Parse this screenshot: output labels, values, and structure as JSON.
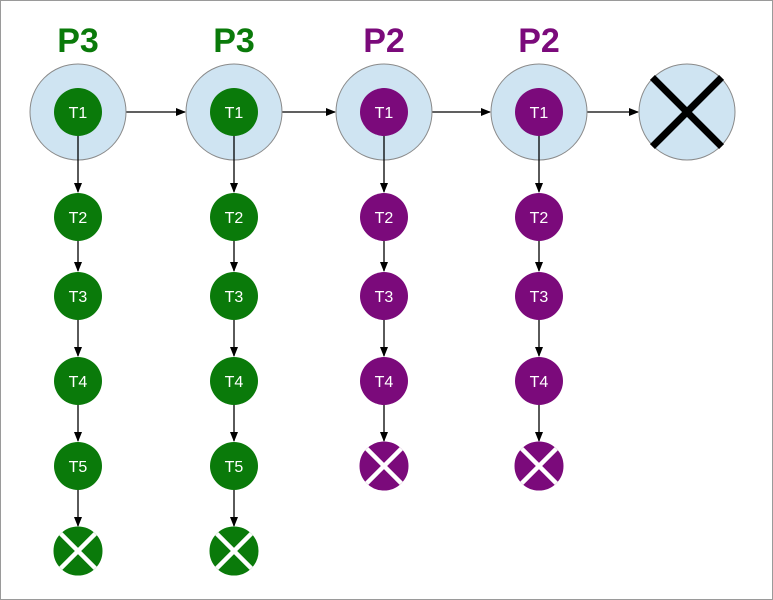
{
  "colors": {
    "green": "#0a7a0a",
    "purple": "#7b0a7b",
    "halo": "#cfe4f2",
    "halo_stroke": "#8a8a8a",
    "arrow": "#000000",
    "end_cross_white": "#ffffff",
    "end_cross_black": "#000000"
  },
  "columns": [
    {
      "title": "P3",
      "color": "green",
      "threads": [
        "T1",
        "T2",
        "T3",
        "T4",
        "T5"
      ]
    },
    {
      "title": "P3",
      "color": "green",
      "threads": [
        "T1",
        "T2",
        "T3",
        "T4",
        "T5"
      ]
    },
    {
      "title": "P2",
      "color": "purple",
      "threads": [
        "T1",
        "T2",
        "T3",
        "T4"
      ]
    },
    {
      "title": "P2",
      "color": "purple",
      "threads": [
        "T1",
        "T2",
        "T3",
        "T4"
      ]
    }
  ],
  "terminal": {
    "icon": "x-cross-icon"
  },
  "column_end_icon": "x-cross-icon"
}
